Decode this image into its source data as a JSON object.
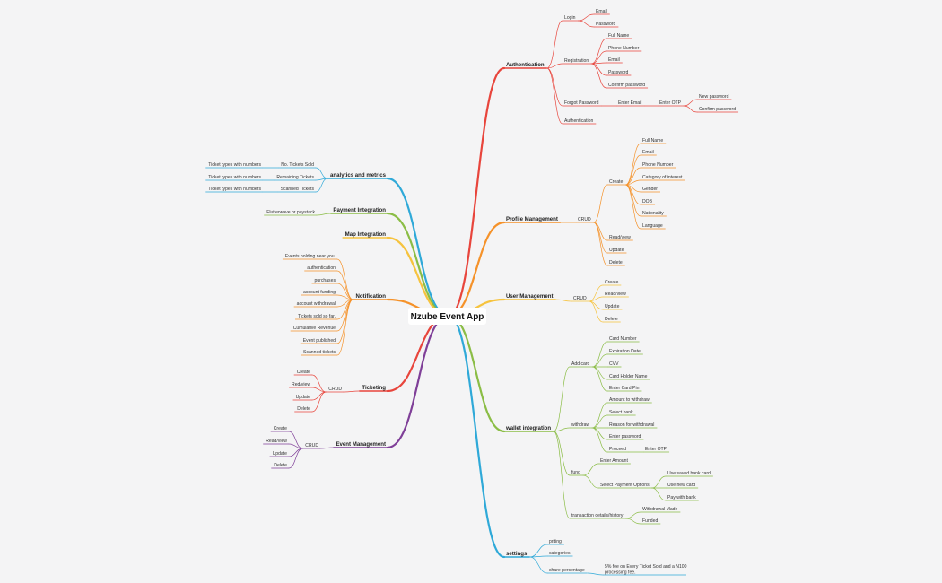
{
  "mindmap": {
    "root": "Nzube Event App",
    "colors": {
      "authentication": "#e8453c",
      "profile": "#f5922a",
      "user": "#f6c33e",
      "wallet": "#8bbd46",
      "settings": "#2fa9d8",
      "analytics": "#2fa9d8",
      "payment": "#8bbd46",
      "map": "#f6c33e",
      "notification": "#f5922a",
      "ticketing": "#e8453c",
      "event": "#7f3f98"
    },
    "branches": {
      "authentication": {
        "label": "Authentication",
        "login": "Login",
        "login_items": [
          "Email",
          "Password"
        ],
        "registration": "Registration",
        "registration_items": [
          "Full Name",
          "Phone Number",
          "Email",
          "Password",
          "Confirm password"
        ],
        "forgot": "Forgot Password",
        "enter_email": "Enter Email",
        "enter_otp": "Enter OTP",
        "otp_items": [
          "New password",
          "Confirm password"
        ],
        "auth_leaf": "Authentication"
      },
      "profile": {
        "label": "Profile Management",
        "crud": "CRUD",
        "create": "Create",
        "create_items": [
          "Full Name",
          "Email",
          "Phone Number",
          "Category of interest",
          "Gender",
          "DOB",
          "Nationality",
          "Language"
        ],
        "ops": [
          "Read/view",
          "Update",
          "Delete"
        ]
      },
      "user": {
        "label": "User Management",
        "crud": "CRUD",
        "items": [
          "Create",
          "Read/view",
          "Update",
          "Delete"
        ]
      },
      "wallet": {
        "label": "wallet integration",
        "add_card": "Add card",
        "card_items": [
          "Card Number",
          "Expiration Date",
          "CVV",
          "Card Holder Name",
          "Enter Card Pin"
        ],
        "withdraw": "withdraw",
        "withdraw_items": [
          "Amount to withdraw",
          "Select bank",
          "Reason for withdrawal",
          "Enter password",
          "Proceed"
        ],
        "proceed_child": "Enter OTP",
        "fund": "fund",
        "enter_amount": "Enter Amount",
        "payment_options": "Select Payment Options",
        "payment_items": [
          "Use saved bank card",
          "Use new card",
          "Pay with bank"
        ],
        "history": "transaction details/history",
        "history_items": [
          "Withdrawal Made",
          "Funded"
        ]
      },
      "settings": {
        "label": "settings",
        "items": [
          "priting",
          "categories",
          "share percentage"
        ],
        "share_note_1": "5% fee on Every Ticket Sold and a N100",
        "share_note_2": "processing fee."
      },
      "analytics": {
        "label": "analytics and metrics",
        "items": [
          {
            "label": "No. Tickets Sold",
            "child": "Ticket types with numbers"
          },
          {
            "label": "Remaining Tickets",
            "child": "Ticket types with numbers"
          },
          {
            "label": "Scanned Tickets",
            "child": "Ticket types with numbers"
          }
        ]
      },
      "payment": {
        "label": "Payment Integration",
        "child": "Flutterwave or paystack"
      },
      "map": {
        "label": "Map Integration"
      },
      "notification": {
        "label": "Notification",
        "items": [
          "Events holding near you.",
          "authentication",
          "purchases",
          "account funding",
          "account withdrawal",
          "Tickets sold so far.",
          "Cumulative Revenue",
          "Event published",
          "Scanned tickets"
        ]
      },
      "ticketing": {
        "label": "Ticketing",
        "crud": "CRUD",
        "items": [
          "Create",
          "Red/view",
          "Update",
          "Delete"
        ]
      },
      "event": {
        "label": "Event Management",
        "crud": "CRUD",
        "items": [
          "Create",
          "Read/view",
          "Update",
          "Delete"
        ]
      }
    }
  }
}
